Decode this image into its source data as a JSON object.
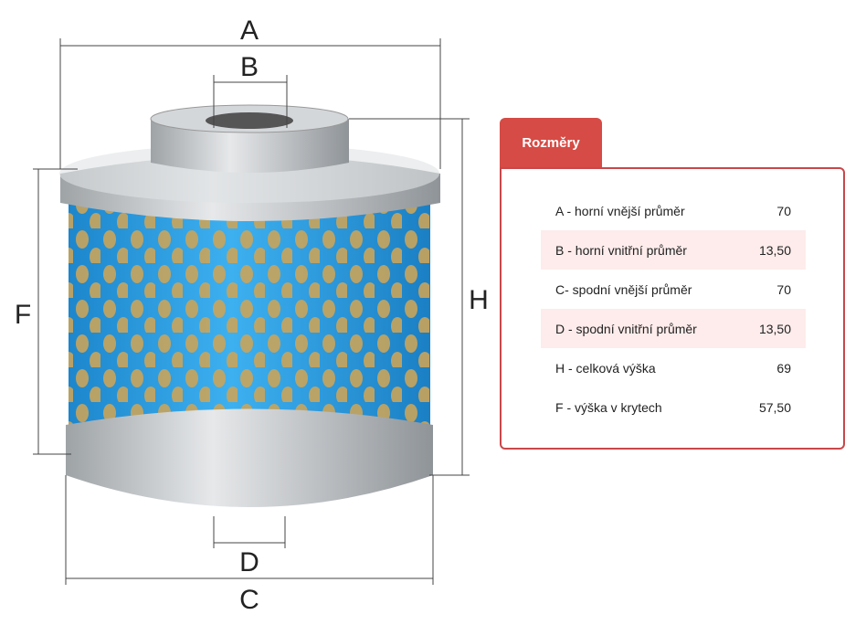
{
  "diagram": {
    "labels": {
      "A": "A",
      "B": "B",
      "C": "C",
      "D": "D",
      "F": "F",
      "H": "H"
    }
  },
  "panel": {
    "tab_label": "Rozměry",
    "rows": [
      {
        "label": "A - horní vnější průměr",
        "value": "70"
      },
      {
        "label": "B - horní vnitřní průměr",
        "value": "13,50"
      },
      {
        "label": "C- spodní vnější průměr",
        "value": "70"
      },
      {
        "label": "D - spodní vnitřní průměr",
        "value": "13,50"
      },
      {
        "label": "H - celková výška",
        "value": "69"
      },
      {
        "label": "F - výška v krytech",
        "value": "57,50"
      }
    ]
  },
  "colors": {
    "accent": "#d64b45",
    "filter_blue": "#2fa3e6",
    "metal": "#c8cccf"
  }
}
